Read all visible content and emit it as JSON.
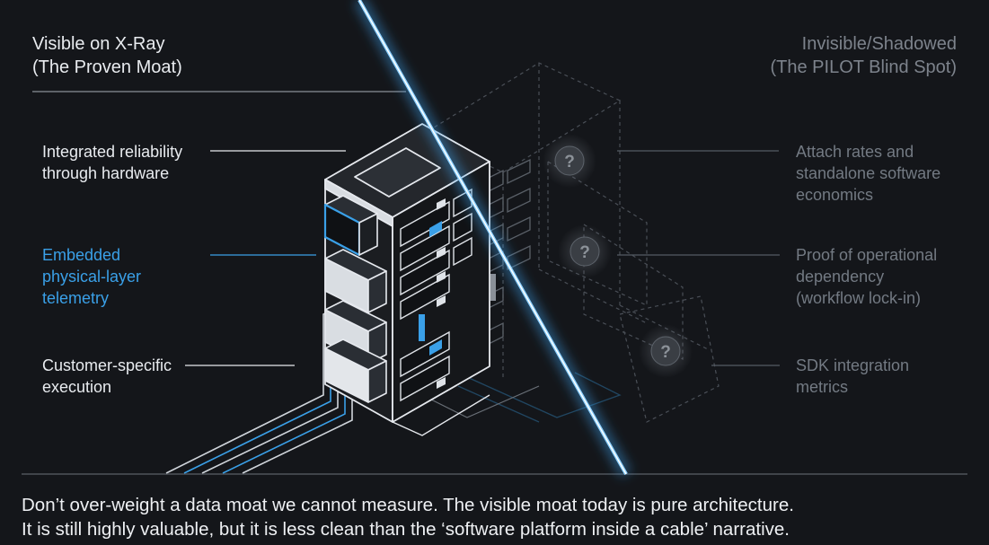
{
  "left_heading": [
    "Visible on X-Ray",
    "(The Proven Moat)"
  ],
  "right_heading": [
    "Invisible/Shadowed",
    "(The PILOT Blind Spot)"
  ],
  "left_labels": [
    {
      "lines": [
        "Integrated reliability",
        "through hardware"
      ],
      "highlight": false
    },
    {
      "lines": [
        "Embedded",
        "physical-layer",
        "telemetry"
      ],
      "highlight": true
    },
    {
      "lines": [
        "Customer-specific",
        "execution"
      ],
      "highlight": false
    }
  ],
  "right_labels": [
    {
      "lines": [
        "Attach rates and",
        "standalone software",
        "economics"
      ]
    },
    {
      "lines": [
        "Proof of operational",
        "dependency",
        "(workflow lock-in)"
      ]
    },
    {
      "lines": [
        "SDK integration",
        "metrics"
      ]
    }
  ],
  "unknown_marker": "?",
  "caption": [
    "Don’t over-weight a data moat we cannot measure. The visible moat today is pure architecture.",
    "It is still highly valuable, but it is less clean than the ‘software platform inside a cable’ narrative."
  ],
  "colors": {
    "background": "#14161a",
    "accent": "#3aa0e8",
    "beam": "#8fd2ff",
    "hardware_line": "#e6e9ee",
    "shadow_line": "#4a4f57",
    "text_primary": "#e8ebef",
    "text_muted": "#7d838c"
  }
}
